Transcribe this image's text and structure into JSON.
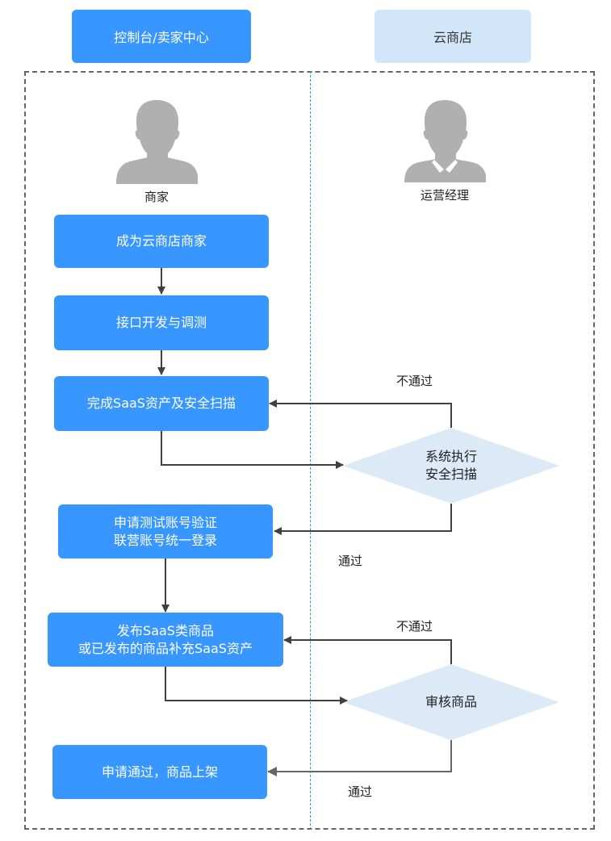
{
  "lanes": {
    "left": {
      "title": "控制台/卖家中心"
    },
    "right": {
      "title": "云商店"
    }
  },
  "actors": {
    "merchant": {
      "label": "商家",
      "icon": "person-icon"
    },
    "operator": {
      "label": "运营经理",
      "icon": "person-with-collar-icon"
    }
  },
  "steps": [
    {
      "lines": [
        "成为云商店商家"
      ]
    },
    {
      "lines": [
        "接口开发与调测"
      ]
    },
    {
      "lines": [
        "完成SaaS资产及安全扫描"
      ]
    },
    {
      "lines": [
        "申请测试账号验证",
        "联营账号统一登录"
      ]
    },
    {
      "lines": [
        "发布SaaS类商品",
        "或已发布的商品补充SaaS资产"
      ]
    },
    {
      "lines": [
        "申请通过，商品上架"
      ]
    }
  ],
  "decisions": [
    {
      "lines": [
        "系统执行",
        "安全扫描"
      ],
      "fail_label": "不通过",
      "pass_label": "通过"
    },
    {
      "lines": [
        "审核商品"
      ],
      "fail_label": "不通过",
      "pass_label": "通过"
    }
  ],
  "colors": {
    "primary": "#3796ff",
    "lane_secondary": "#d2e6f9",
    "decision_fill": "#dce9f7",
    "arrow": "#404040",
    "actor_gray": "#b0b0b0"
  }
}
